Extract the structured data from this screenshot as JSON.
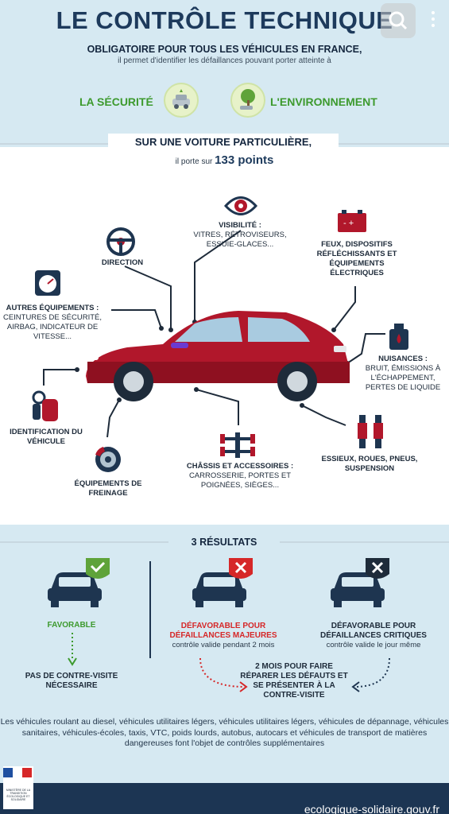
{
  "header": {
    "title": "LE CONTRÔLE TECHNIQUE",
    "subtitle": "OBLIGATOIRE POUR TOUS LES VÉHICULES EN FRANCE,",
    "intro": "il permet d'identifier les défaillances pouvant porter atteinte à",
    "safety": "LA SÉCURITÉ",
    "environment": "L'ENVIRONNEMENT"
  },
  "points": {
    "heading": "SUR UNE VOITURE PARTICULIÈRE,",
    "prefix": "il porte sur",
    "count": "133 points"
  },
  "items": {
    "visibilite_title": "VISIBILITÉ :",
    "visibilite_desc": "VITRES, RÉTROVISEURS, ESSUIE-GLACES...",
    "direction": "DIRECTION",
    "feux": "FEUX, DISPOSITIFS RÉFLÉCHISSANTS ET ÉQUIPEMENTS ÉLECTRIQUES",
    "autres_title": "AUTRES ÉQUIPEMENTS :",
    "autres_desc": "CEINTURES DE SÉCURITÉ, AIRBAG, INDICATEUR DE VITESSE...",
    "nuisances_title": "NUISANCES :",
    "nuisances_desc": "BRUIT, ÉMISSIONS À L'ÉCHAPPEMENT, PERTES DE LIQUIDE",
    "identification": "IDENTIFICATION DU VÉHICULE",
    "freinage": "ÉQUIPEMENTS DE FREINAGE",
    "chassis_title": "CHÂSSIS ET ACCESSOIRES :",
    "chassis_desc": "CARROSSERIE, PORTES ET POIGNÉES, SIÈGES...",
    "essieux": "ESSIEUX, ROUES, PNEUS, SUSPENSION"
  },
  "results": {
    "heading": "3 RÉSULTATS",
    "favorable": "FAVORABLE",
    "favorable_note": "PAS DE CONTRE-VISITE NÉCESSAIRE",
    "majeures_title": "DÉFAVORABLE POUR DÉFAILLANCES MAJEURES",
    "majeures_sub": "contrôle valide pendant 2 mois",
    "critiques_title": "DÉFAVORABLE POUR DÉFAILLANCES CRITIQUES",
    "critiques_sub": "contrôle valide le jour même",
    "contre_visite": "2 MOIS POUR FAIRE RÉPARER LES DÉFAUTS ET SE PRÉSENTER À LA CONTRE-VISITE"
  },
  "footer": {
    "note": "Les véhicules roulant au diesel, véhicules utilitaires légers, véhicules utilitaires légers, véhicules de dépannage, véhicules sanitaires, véhicules-écoles, taxis, VTC, poids lourds, autobus, autocars et véhicules de transport de matières dangereuses font l'objet de contrôles supplémentaires",
    "url": "ecologique-solidaire.gouv.fr",
    "ministry": "MINISTÈRE DE LA TRANSITION ÉCOLOGIQUE ET SOLIDAIRE"
  },
  "colors": {
    "navy": "#1d3a5c",
    "green": "#3d9a2e",
    "red": "#d62728",
    "car_red": "#b1172b",
    "background": "#d6e9f2"
  }
}
